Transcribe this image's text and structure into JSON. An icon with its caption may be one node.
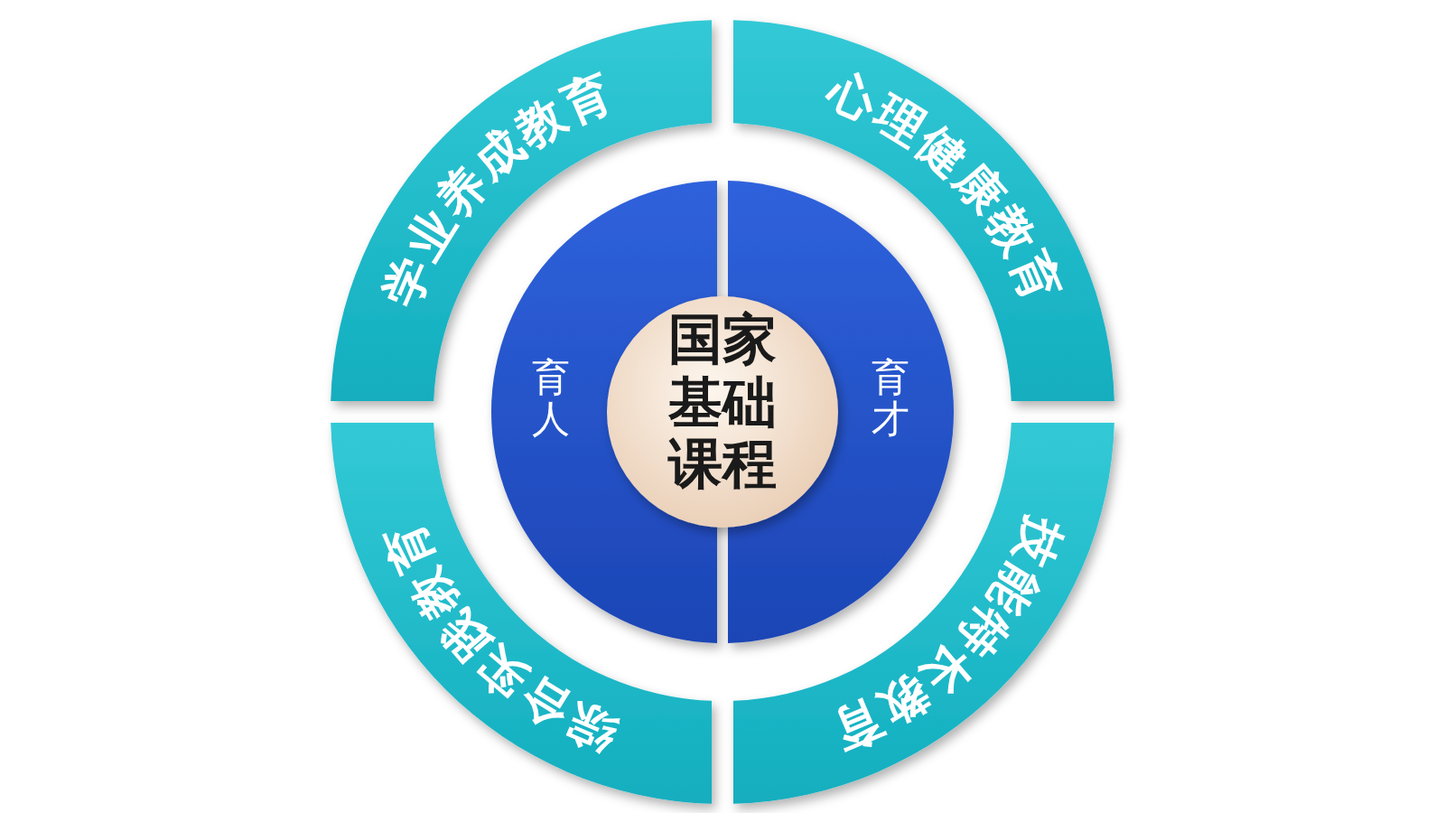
{
  "diagram": {
    "nodes": [
      {
        "text": [
          "学业养成教育"
        ]
      },
      {
        "text": [
          "心理健康教育"
        ]
      },
      {
        "text": [
          "育人"
        ]
      },
      {
        "text": [
          "国家基础课程"
        ]
      },
      {
        "text": [
          "育才"
        ]
      },
      {
        "text": [
          "综合实践教育"
        ]
      },
      {
        "text": [
          "技能特长教育"
        ]
      }
    ]
  }
}
